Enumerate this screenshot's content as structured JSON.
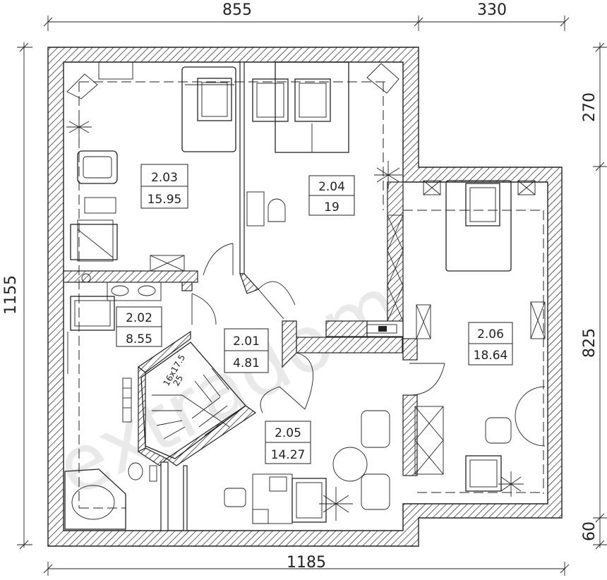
{
  "dimensions": {
    "top_left": "855",
    "top_right": "330",
    "left": "1155",
    "right_upper": "270",
    "right_middle": "825",
    "right_lower": "60",
    "bottom": "1185"
  },
  "rooms": [
    {
      "id": "2.03",
      "area": "15.95"
    },
    {
      "id": "2.04",
      "area": "19"
    },
    {
      "id": "2.02",
      "area": "8.55"
    },
    {
      "id": "2.01",
      "area": "4.81"
    },
    {
      "id": "2.06",
      "area": "18.64"
    },
    {
      "id": "2.05",
      "area": "14.27"
    }
  ],
  "stairs": {
    "line1": "16x17.5",
    "line2": "25"
  },
  "watermark": "extradom"
}
